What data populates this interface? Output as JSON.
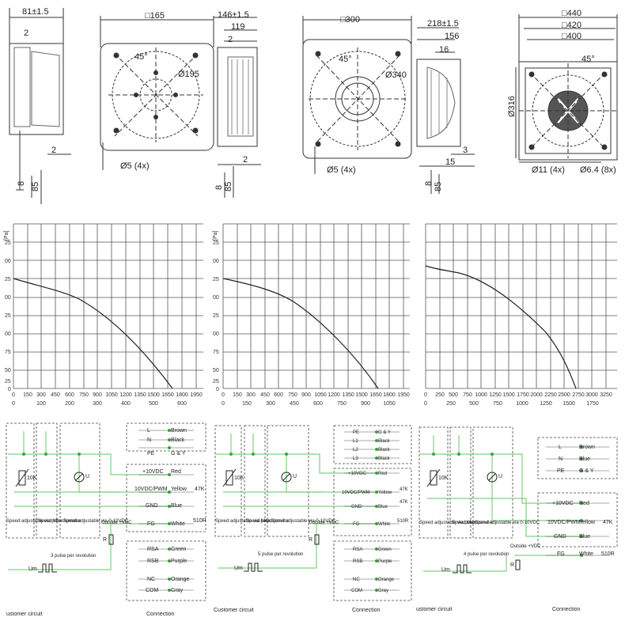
{
  "drawings": {
    "d1": {
      "width_label": "81±1.5",
      "top_offset_label": "2",
      "bottom_offset_label": "2",
      "small_labels": [
        "8",
        "85"
      ],
      "front_size_label": "□165",
      "angle_label": "45°",
      "diameter_label": "Ø195",
      "holes_label": "Ø5 (4x)"
    },
    "d2": {
      "width_label": "146±1.5",
      "depth_label": "119",
      "top_offset_label": "2",
      "bottom_offset_label": "2",
      "small_labels": [
        "8",
        "85"
      ],
      "front_size_label": "□300",
      "angle_label": "45°",
      "diameter_label": "Ø340",
      "holes_label": "Ø5 (4x)"
    },
    "d3": {
      "width_label": "218±1.5",
      "depth_label": "156",
      "inner_label": "16",
      "small_labels": [
        "3",
        "15"
      ],
      "bottom_small_labels": [
        "8",
        "85"
      ],
      "front_sizes": [
        "□440",
        "□420",
        "□400"
      ],
      "angle_label": "45°",
      "height_label": "Ø316",
      "holes_label_left": "Ø11 (4x)",
      "holes_label_right": "Ø6.4 (8x)"
    }
  },
  "charts": [
    {
      "y_unit_fragment": "[Pa]",
      "y_tick_labels": [
        "25",
        "00",
        "25",
        "00",
        "25",
        "00",
        "75",
        "50",
        "25",
        "0"
      ],
      "x_top_labels": [
        "0",
        "150",
        "300",
        "450",
        "600",
        "750",
        "900",
        "1050",
        "1200",
        "1350",
        "1500",
        "1650",
        "1800",
        "1950"
      ],
      "x_bottom_labels": [
        "0",
        "100",
        "200",
        "300",
        "400",
        "500",
        "600"
      ]
    },
    {
      "y_unit_fragment": "[Pa]",
      "y_tick_labels": [
        "25",
        "00",
        "25",
        "00",
        "25",
        "00",
        "75",
        "50",
        "25",
        "0"
      ],
      "x_top_labels": [
        "0",
        "150",
        "300",
        "450",
        "600",
        "750",
        "900",
        "1050",
        "1200",
        "1350",
        "1500",
        "1650",
        "1800",
        "1950"
      ],
      "x_bottom_labels": [
        "0",
        "150",
        "300",
        "450",
        "600",
        "750",
        "900",
        "1050"
      ]
    },
    {
      "y_unit_fragment": "",
      "y_tick_labels": [],
      "x_top_labels": [
        "0",
        "250",
        "500",
        "750",
        "1000",
        "1250",
        "1500",
        "1750",
        "2000",
        "2250",
        "2500",
        "2750",
        "3000",
        "3250"
      ],
      "x_bottom_labels": [
        "0",
        "250",
        "500",
        "750",
        "1000",
        "1250",
        "1500",
        "1750"
      ]
    }
  ],
  "circuits": [
    {
      "customer_label": "ustomer circuit",
      "connection_label": "Connection",
      "potentiometer_value": "10K",
      "block_labels": [
        "Speed adjustable via potentiometer",
        "Speed Max.",
        "Speed adjustable via 0-10VDC"
      ],
      "outside_vdc": "Outside +VDC",
      "resistor_label": "R",
      "um_label": "Um",
      "pulse_label": "3 pulse per revolution",
      "meter_label": "U",
      "top_terminals": [
        [
          "L",
          "Brown"
        ],
        [
          "N",
          "Black"
        ],
        [
          "PE",
          "G & Y"
        ]
      ],
      "control_terminals": [
        [
          "+10VDC",
          "Red"
        ],
        [
          "10VDC/PWM",
          "Yellow"
        ],
        [
          "GND",
          "Blue"
        ],
        [
          "FG",
          "White"
        ]
      ],
      "extra_terminals": [
        [
          "RSA",
          "Green"
        ],
        [
          "RSB",
          "Purple"
        ],
        [
          "NC",
          "Orange"
        ],
        [
          "COM",
          "Gray"
        ]
      ],
      "resistor_values": [
        "47K",
        "510R"
      ]
    },
    {
      "customer_label": "Customer circuit",
      "connection_label": "Connection",
      "potentiometer_value": "10K",
      "block_labels": [
        "Speed adjustable via potentiometer",
        "Speed Max.",
        "Speed adjustable via 0-10VDC"
      ],
      "outside_vdc": "Outside +VDC",
      "resistor_label": "R",
      "um_label": "Um",
      "pulse_label": "5 pulse per revolution",
      "meter_label": "U",
      "top_terminals": [
        [
          "PE",
          "G & Y"
        ],
        [
          "L1",
          "Black"
        ],
        [
          "L2",
          "Black"
        ],
        [
          "L3",
          "Black"
        ]
      ],
      "control_terminals": [
        [
          "+10VDC",
          "Red"
        ],
        [
          "10VDC/PWM",
          "Yellow"
        ],
        [
          "GND",
          "Blue"
        ],
        [
          "FG",
          "White"
        ]
      ],
      "extra_terminals": [
        [
          "RSA",
          "Green"
        ],
        [
          "RSB",
          "Purple"
        ],
        [
          "NC",
          "Orange"
        ],
        [
          "COM",
          "Gray"
        ]
      ],
      "resistor_values": [
        "47K",
        "47K",
        "510R"
      ]
    },
    {
      "customer_label": "ustomer circuit",
      "connection_label": "Connection",
      "potentiometer_value": "10K",
      "block_labels": [
        "Speed adjustable via potentiometer",
        "Speed Max.",
        "Speed adjustable via 0-10VDC"
      ],
      "outside_vdc": "Outside +VDC",
      "resistor_label": "R",
      "um_label": "Um",
      "pulse_label": "4 pulse per revolution",
      "meter_label": "U",
      "top_terminals": [
        [
          "L",
          "Brown"
        ],
        [
          "N",
          "Blue"
        ],
        [
          "PE",
          "G & Y"
        ]
      ],
      "control_terminals": [
        [
          "+10VDC",
          "Red"
        ],
        [
          "10VDC/PWM",
          "Yellow"
        ],
        [
          "GND",
          "Blue"
        ],
        [
          "FG",
          "White"
        ]
      ],
      "extra_terminals": [],
      "resistor_values": [
        "47K",
        "510R"
      ]
    }
  ],
  "colors": {
    "line": "#333333",
    "grid": "#555555",
    "wire": "#7ed37e",
    "node": "#3aa83a",
    "dash": "#444444"
  }
}
